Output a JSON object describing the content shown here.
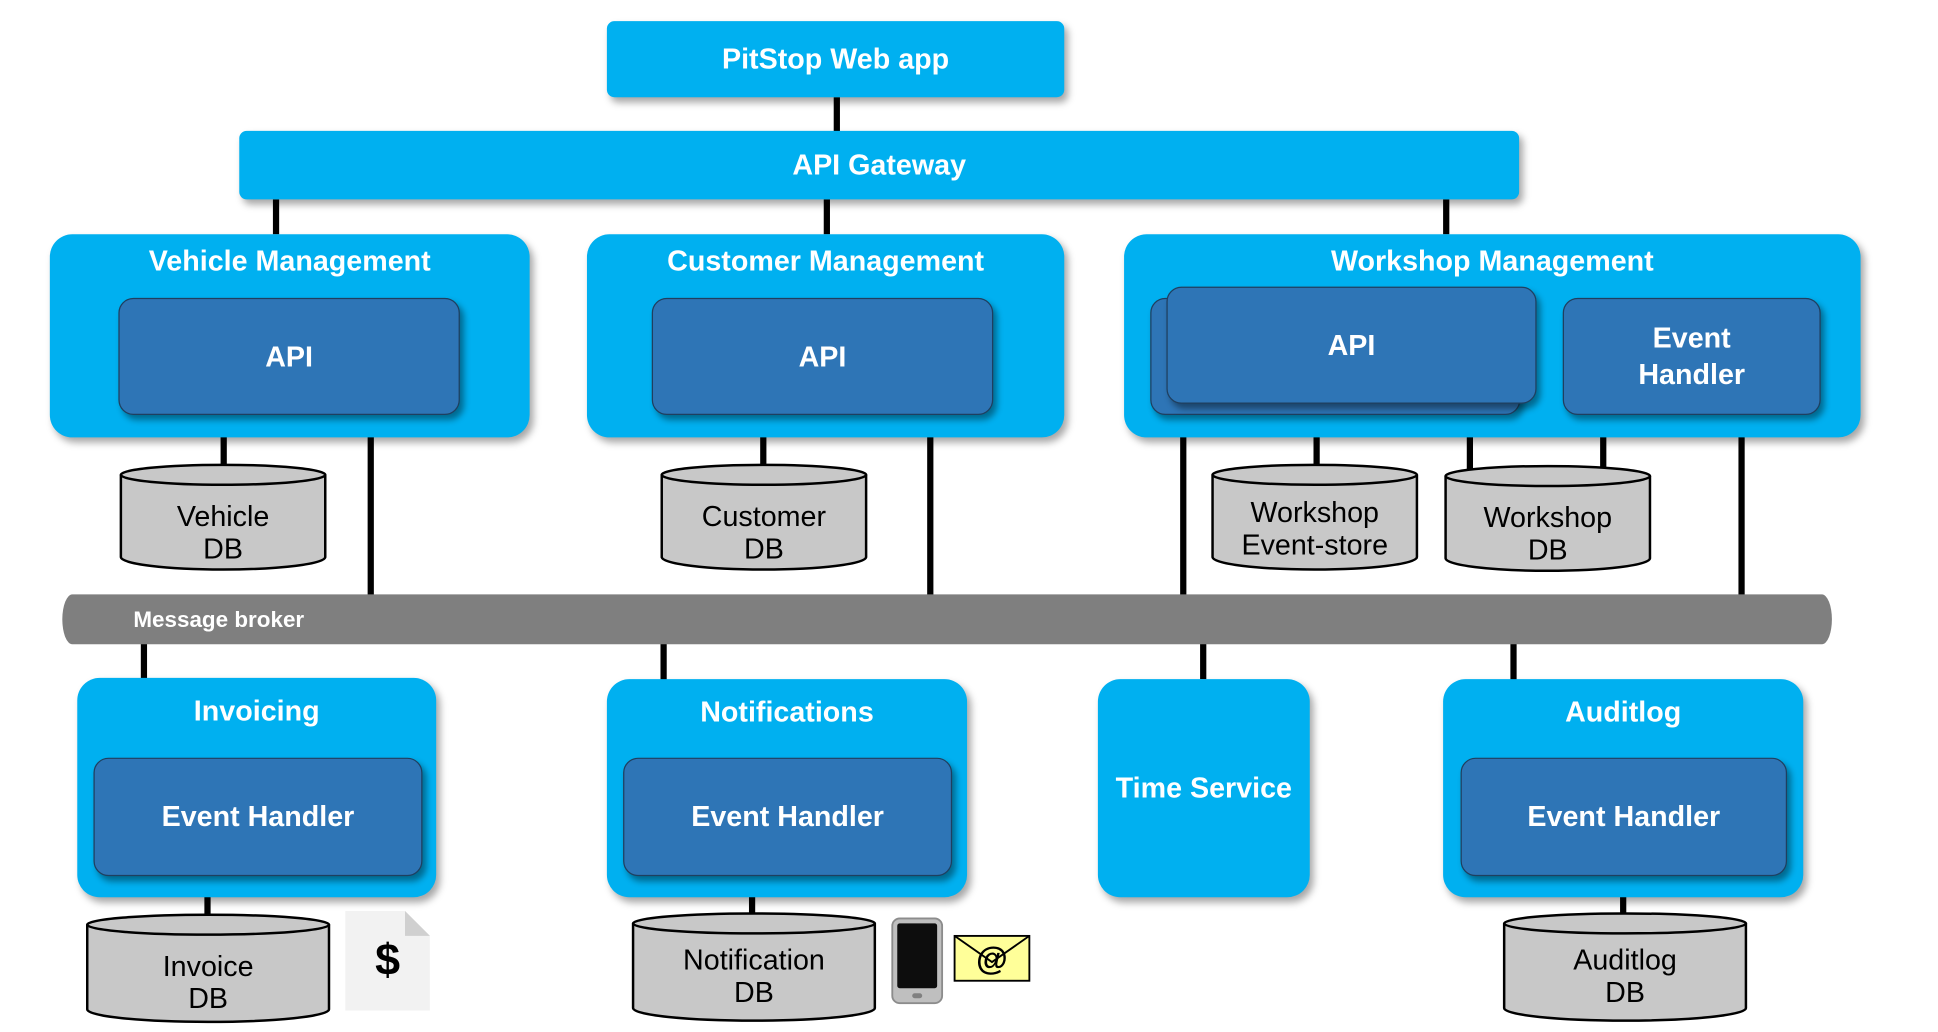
{
  "webapp": {
    "label": "PitStop Web app"
  },
  "gateway": {
    "label": "API Gateway"
  },
  "services": {
    "vehicle": {
      "title": "Vehicle Management",
      "api": "API",
      "db_line1": "Vehicle",
      "db_line2": "DB"
    },
    "customer": {
      "title": "Customer Management",
      "api": "API",
      "db_line1": "Customer",
      "db_line2": "DB"
    },
    "workshop": {
      "title": "Workshop Management",
      "api": "API",
      "handler_line1": "Event",
      "handler_line2": "Handler",
      "eventstore_line1": "Workshop",
      "eventstore_line2": "Event-store",
      "db_line1": "Workshop",
      "db_line2": "DB"
    }
  },
  "broker": {
    "label": "Message broker"
  },
  "consumers": {
    "invoicing": {
      "title": "Invoicing",
      "handler": "Event Handler",
      "db_line1": "Invoice",
      "db_line2": "DB",
      "doc_symbol": "$"
    },
    "notifications": {
      "title": "Notifications",
      "handler": "Event Handler",
      "db_line1": "Notification",
      "db_line2": "DB",
      "email_symbol": "@"
    },
    "time": {
      "title": "Time Service"
    },
    "auditlog": {
      "title": "Auditlog",
      "handler": "Event Handler",
      "db_line1": "Auditlog",
      "db_line2": "DB"
    }
  },
  "colors": {
    "service_blue": "#00b0f0",
    "inner_blue": "#2e75b6",
    "broker_gray": "#7f7f7f",
    "db_gray": "#c8c8c8"
  }
}
